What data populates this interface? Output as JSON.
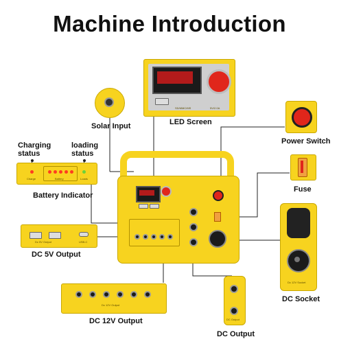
{
  "title": "Machine Introduction",
  "labels": {
    "led_screen": "LED Screen",
    "solar_input": "Solar Input",
    "power_switch": "Power Switch",
    "charging_status": "Charging status",
    "loading_status": "loading status",
    "battery_indicator": "Battery Indicator",
    "fuse": "Fuse",
    "dc_5v_output": "DC 5V Output",
    "dc_socket": "DC Socket",
    "dc_12v_output": "DC 12V Output",
    "dc_output": "DC Output"
  },
  "device_captions": {
    "dc5v_panel": "Dc 5V Output",
    "usb_c": "USB-C",
    "dc12v_panel": "Dc 12V Output",
    "socket_panel": "Dc 12V Socket",
    "led_screen_ports": "5V/2.0A",
    "led_screen_card": "SD/MMC/MS",
    "battery_panel": "Battery",
    "charge": "Charge",
    "loads": "Loads",
    "dc_out_panel": "DC Output"
  },
  "colors": {
    "body_yellow": "#f7d31f",
    "power_red": "#e0261b",
    "led_red": "#ff3b20",
    "led_green": "#6bd13b"
  }
}
